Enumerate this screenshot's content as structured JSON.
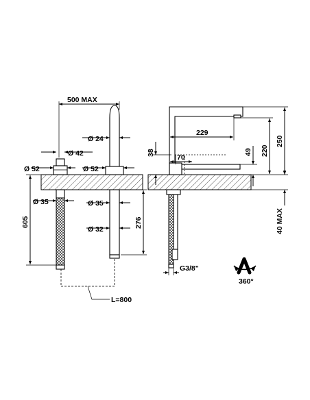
{
  "dimensions": {
    "reach_max": "500 MAX",
    "dia_spout": "Ø 24",
    "dia_handle": "Ø 42",
    "dia_base_left": "Ø 52",
    "dia_base_right": "Ø 52",
    "dia_shank_left": "Ø 35",
    "dia_shank_right": "Ø 35",
    "dia_tube": "Ø 32",
    "height_605": "605",
    "height_276": "276",
    "hose_length": "L=800",
    "spout_reach": "229",
    "base_70": "70",
    "height_38": "38",
    "height_49": "49",
    "height_220": "220",
    "height_250": "250",
    "deck_max": "40 MAX",
    "thread": "G3/8\"",
    "rotation": "360°"
  }
}
